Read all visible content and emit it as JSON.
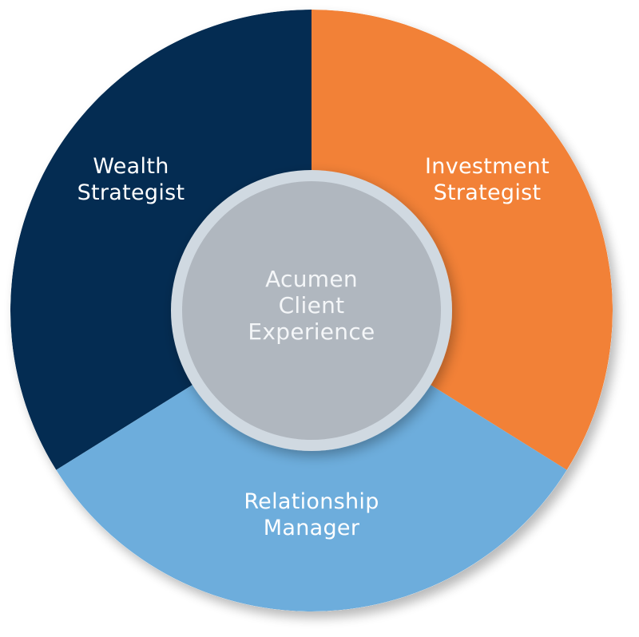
{
  "diagram": {
    "type": "segmented-ring",
    "center": {
      "lines": [
        "Acumen",
        "Client",
        "Experience"
      ],
      "fill_color": "#b0b7bf",
      "ring_color": "#d0d9e1"
    },
    "segments": [
      {
        "id": "wealth-strategist",
        "lines": [
          "Wealth",
          "Strategist"
        ],
        "color": "#042c52",
        "position": "top-left"
      },
      {
        "id": "investment-strategist",
        "lines": [
          "Investment",
          "Strategist"
        ],
        "color": "#f28137",
        "position": "top-right"
      },
      {
        "id": "relationship-manager",
        "lines": [
          "Relationship",
          "Manager"
        ],
        "color": "#6daddc",
        "position": "bottom"
      }
    ],
    "text_color": "#ffffff",
    "background": "#ffffff"
  }
}
